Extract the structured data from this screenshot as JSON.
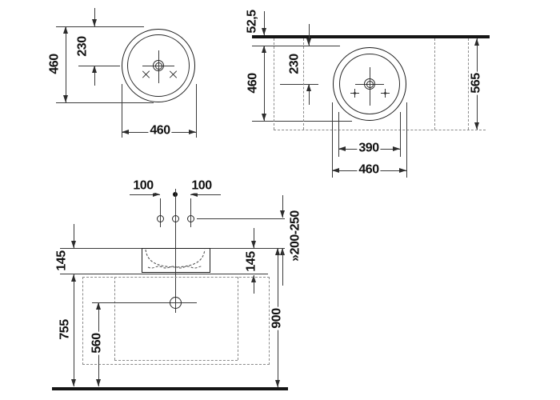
{
  "views": {
    "plan": {
      "height": "460",
      "drain_offset": "230",
      "width": "460"
    },
    "side_plan": {
      "wall_clearance": "52,5",
      "depth": "460",
      "drain_offset": "230",
      "worktop_depth": "565",
      "inner_dia": "390",
      "outer_dia": "460"
    },
    "front": {
      "tap_pitch_left": "100",
      "tap_pitch_right": "100",
      "tap_height_range": "»200-250",
      "rim_thickness_left": "145",
      "rim_thickness_right": "145",
      "worktop_height": "755",
      "drain_height": "560",
      "rim_height": "900"
    }
  }
}
